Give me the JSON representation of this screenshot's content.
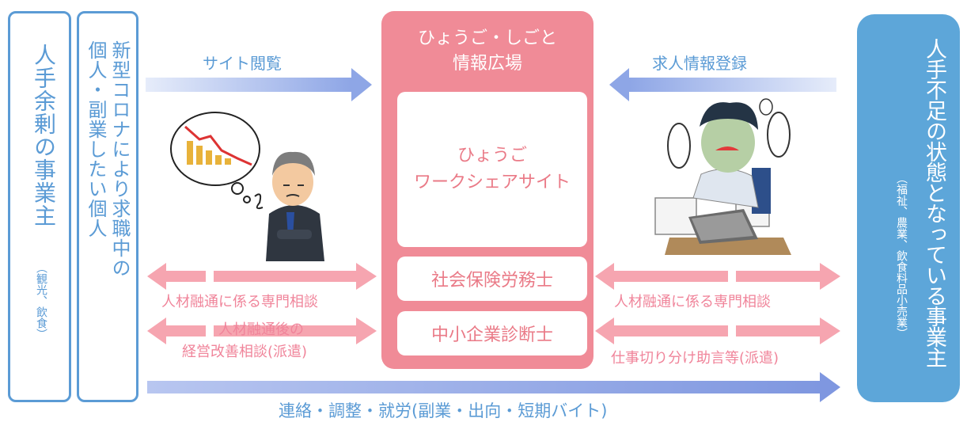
{
  "left_box1": {
    "main": "人手余剰の事業主",
    "sub": "（観光、飲食）"
  },
  "left_box2": {
    "line1": "新型コロナにより求職中の",
    "line2": "個人・副業したい個人"
  },
  "hub": {
    "title_line1": "ひょうご・しごと",
    "title_line2": "情報広場",
    "site_line1": "ひょうご",
    "site_line2": "ワークシェアサイト",
    "expert1": "社会保険労務士",
    "expert2": "中小企業診断士"
  },
  "right_box": {
    "main": "人手不足の状態となっている事業主",
    "sub": "（福祉、農業、飲食料品小売業）"
  },
  "arrows": {
    "site_view": "サイト閲覧",
    "job_register": "求人情報登録",
    "left_consult": "人材融通に係る専門相談",
    "left_after_line1": "人材融通後の",
    "left_after_line2": "経営改善相談(派遣)",
    "right_consult": "人材融通に係る専門相談",
    "right_advice": "仕事切り分け助言等(派遣)",
    "bottom": "連絡・調整・就労(副業・出向・短期バイト)"
  },
  "colors": {
    "blue": "#5b9bd5",
    "hub_pink": "#f08b97",
    "arrow_pink": "#f6a5b0",
    "arrow_blue": "#98aee8",
    "right_fill": "#5da6d9"
  }
}
